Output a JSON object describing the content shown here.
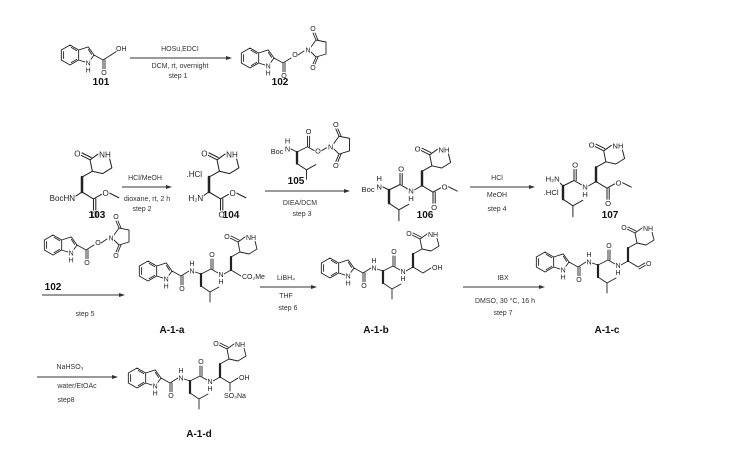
{
  "compounds": {
    "c101": "101",
    "c102": "102",
    "c103": "103",
    "c104": "104",
    "c105": "105",
    "c106": "106",
    "c107": "107",
    "a1a": "A-1-a",
    "a1b": "A-1-b",
    "a1c": "A-1-c",
    "a1d": "A-1-d"
  },
  "steps": [
    {
      "reagent": "HOSu,EDCI",
      "conditions": "DCM, rt, overnight",
      "label": "step 1"
    },
    {
      "reagent": "HCl/MeOH",
      "conditions": "dioxane, rt, 2 h",
      "label": "step 2"
    },
    {
      "reagent": "105",
      "conditions": "DIEA/DCM",
      "label": "step 3"
    },
    {
      "reagent": "HCl",
      "conditions": "MeOH",
      "label": "step 4"
    },
    {
      "reagent": "102",
      "conditions": "",
      "label": "step 5"
    },
    {
      "reagent": "LiBH₄",
      "conditions": "THF",
      "label": "step 6"
    },
    {
      "reagent": "IBX",
      "conditions": "DMSO, 30 °C, 16 h",
      "label": "step 7"
    },
    {
      "reagent": "NaHSO₃",
      "conditions": "water/EtOAc",
      "label": "step8"
    }
  ],
  "atoms": {
    "N": "N",
    "H": "H",
    "O": "O",
    "NH": "NH",
    "OH": "OH",
    "BocHN": "BocHN",
    "Boc": "Boc",
    "H2N": "H₂N",
    "HCl": ".HCl",
    "CO2Me": "CO₂Me",
    "SO3Na": "SO₃Na"
  }
}
